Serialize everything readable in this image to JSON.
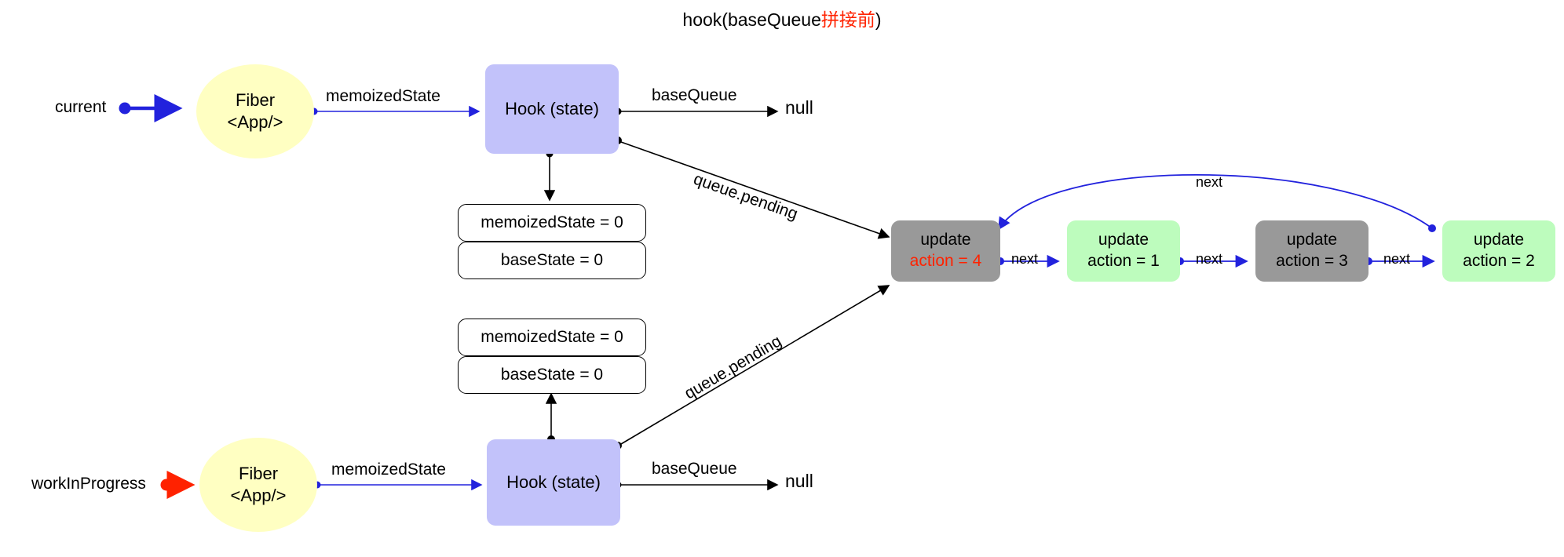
{
  "title": {
    "prefix": "hook(baseQueue",
    "cn": "拼接前",
    "suffix": ")"
  },
  "colors": {
    "fiber_fill": "#ffffc2",
    "hook_fill": "#c2c2fa",
    "update_gray": "#999999",
    "update_green": "#bdfcbd",
    "accent_red": "#ff2200",
    "accent_blue": "#2222dd",
    "edge_black": "#000000"
  },
  "rows": {
    "current": {
      "entry_label": "current",
      "entry_marker_color": "#2222dd",
      "fiber": {
        "line1": "Fiber",
        "line2": "<App/>"
      },
      "memoized_edge_label": "memoizedState",
      "hook_label": "Hook (state)",
      "basequeue_edge_label": "baseQueue",
      "basequeue_target": "null",
      "queue_pending_label": "queue.pending",
      "state_rows": [
        "memoizedState = 0",
        "baseState = 0"
      ]
    },
    "workInProgress": {
      "entry_label": "workInProgress",
      "entry_marker_color": "#ff2200",
      "fiber": {
        "line1": "Fiber",
        "line2": "<App/>"
      },
      "memoized_edge_label": "memoizedState",
      "hook_label": "Hook (state)",
      "basequeue_edge_label": "baseQueue",
      "basequeue_target": "null",
      "queue_pending_label": "queue.pending",
      "state_rows": [
        "memoizedState = 0",
        "baseState = 0"
      ]
    }
  },
  "update_chain": {
    "next_label": "next",
    "wrap_label": "next",
    "nodes": [
      {
        "title": "update",
        "action": "action = 4",
        "color": "gray",
        "action_highlight": true
      },
      {
        "title": "update",
        "action": "action = 1",
        "color": "green",
        "action_highlight": false
      },
      {
        "title": "update",
        "action": "action = 3",
        "color": "gray",
        "action_highlight": false
      },
      {
        "title": "update",
        "action": "action = 2",
        "color": "green",
        "action_highlight": false
      }
    ]
  }
}
